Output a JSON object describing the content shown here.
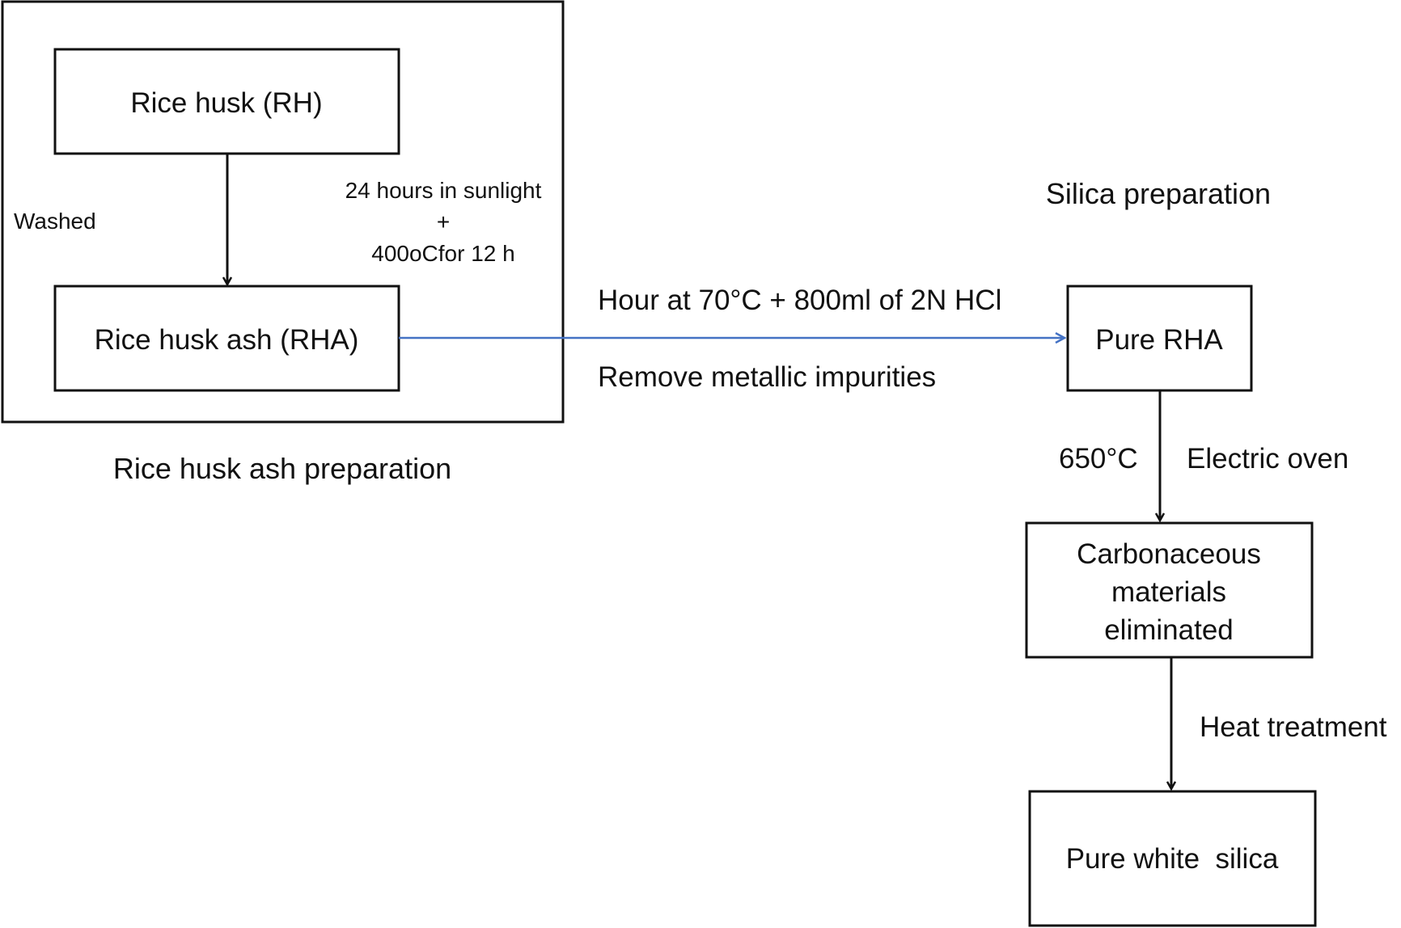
{
  "sections": {
    "rha_preparation": "Rice husk ash preparation",
    "silica_preparation": "Silica preparation"
  },
  "nodes": {
    "rice_husk": "Rice husk (RH)",
    "rice_husk_ash": "Rice husk ash (RHA)",
    "pure_rha": "Pure RHA",
    "carbonaceous": [
      "Carbonaceous",
      "materials",
      "eliminated"
    ],
    "pure_white_silica": "Pure white  silica"
  },
  "edges": {
    "washed": "Washed",
    "sunlight": [
      "24 hours in sunlight",
      "+",
      "400oCfor 12 h"
    ],
    "acid_treatment": "Hour at 70°C + 800ml of 2N HCl",
    "remove_impurities": "Remove metallic impurities",
    "temperature_650": "650°C",
    "electric_oven": "Electric oven",
    "heat_treatment": "Heat treatment"
  },
  "colors": {
    "line": "#111111",
    "accent_arrow": "#4472c4"
  }
}
